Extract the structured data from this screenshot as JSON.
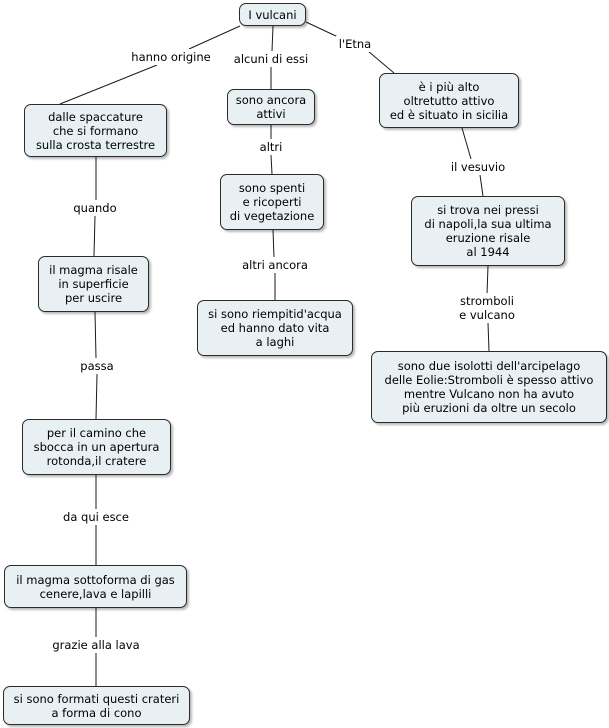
{
  "concept_map": {
    "nodes": {
      "root": "I vulcani",
      "spaccature": "dalle spaccature\nche si formano\nsulla crosta terrestre",
      "attivi": "sono ancora\nattivi",
      "etna": "è i più alto\noltretutto attivo\ned è situato in sicilia",
      "spenti": "sono spenti\ne ricoperti\ndi vegetazione",
      "vesuvio": "si trova nei pressi\ndi napoli,la sua ultima\neruzione risale\nal 1944",
      "magma_risale": "il magma risale\nin superficie\nper uscire",
      "laghi": "si sono riempitid'acqua\ned hanno dato vita\na laghi",
      "eolie": "sono due isolotti dell'arcipelago\ndelle Eolie:Stromboli è spesso attivo\nmentre Vulcano non ha avuto\npiù eruzioni da oltre un secolo",
      "camino": "per il camino che\nsbocca in un apertura\nrotonda,il cratere",
      "gas": "il magma sottoforma di gas\ncenere,lava e lapilli",
      "crateri": "si sono formati questi crateri\na forma di cono"
    },
    "links": {
      "origine": "hanno origine",
      "alcuni": "alcuni di essi",
      "letna": "l'Etna",
      "altri": "altri",
      "vesuvio": "il vesuvio",
      "quando": "quando",
      "altri_ancora": "altri ancora",
      "stromboli": "stromboli\ne vulcano",
      "passa": "passa",
      "esce": "da qui esce",
      "lava": "grazie alla lava"
    }
  }
}
